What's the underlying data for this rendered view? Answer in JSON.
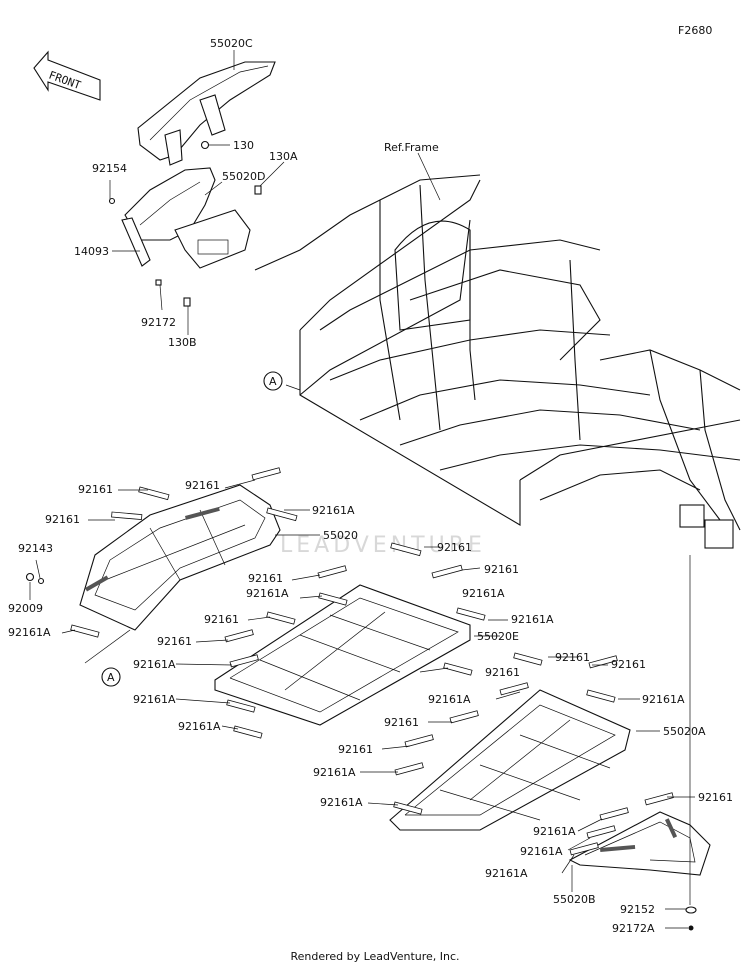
{
  "diagram_code": "F2680",
  "front_arrow_text": "FRONT",
  "ref_frame": "Ref.Frame",
  "watermark": "LEADVENTURE",
  "footer": "Rendered by LeadVenture, Inc.",
  "callout_a": "A",
  "parts": {
    "p55020C": "55020C",
    "p130": "130",
    "p130A": "130A",
    "p92154": "92154",
    "p55020D": "55020D",
    "p14093": "14093",
    "p92172": "92172",
    "p130B": "130B",
    "p55020": "55020",
    "p55020E": "55020E",
    "p55020A": "55020A",
    "p55020B": "55020B",
    "p92143": "92143",
    "p92009": "92009",
    "p92152": "92152",
    "p92172A": "92172A",
    "p92161": "92161",
    "p92161A": "92161A"
  }
}
